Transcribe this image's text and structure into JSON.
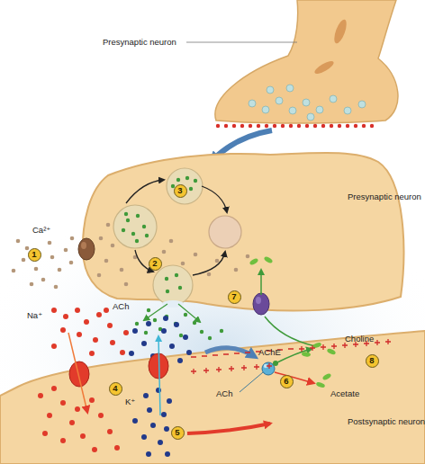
{
  "diagram": {
    "nodes": [
      {
        "text": [
          "1"
        ]
      },
      {
        "text": [
          "2"
        ]
      },
      {
        "text": [
          "3"
        ]
      },
      {
        "text": [
          "4"
        ]
      },
      {
        "text": [
          "5"
        ]
      },
      {
        "text": [
          "6"
        ]
      },
      {
        "text": [
          "7"
        ]
      },
      {
        "text": [
          "8"
        ]
      }
    ],
    "labels": [
      "Presynaptic neuron",
      "Presynaptic neuron",
      "Ca²⁺",
      "Na⁺",
      "ACh",
      "ACh",
      "AChE",
      "Choline",
      "Acetate",
      "K⁺",
      "Postsynaptic neuron"
    ]
  }
}
